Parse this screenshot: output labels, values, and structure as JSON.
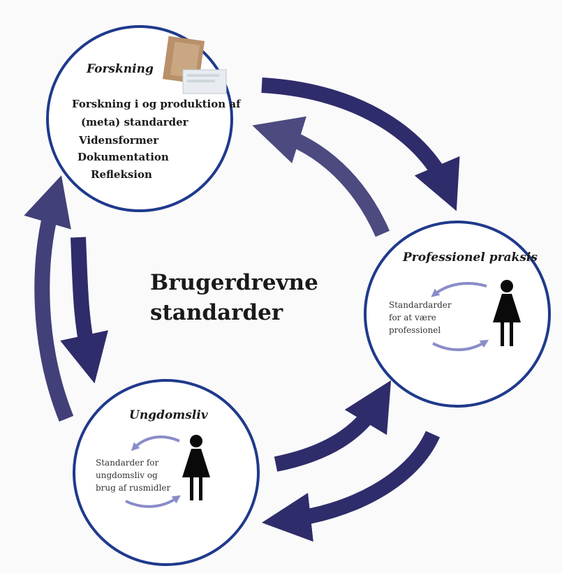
{
  "center": {
    "line1": "Brugerdrevne",
    "line2": "standarder"
  },
  "forskning": {
    "title": "Forskning",
    "lines": [
      "Forskning i og produktion af",
      "(meta) standarder",
      "Vidensformer",
      "Dokumentation",
      "Refleksion"
    ]
  },
  "professionel": {
    "title": "Professionel praksis",
    "lines": [
      "Standardarder",
      "for at være",
      "professionel"
    ]
  },
  "ungdomsliv": {
    "title": "Ungdomsliv",
    "lines": [
      "Standarder for",
      "ungdomsliv og",
      "brug af rusmidler"
    ]
  },
  "colors": {
    "arrow": "#2f2c6b",
    "ring": "#1f3a8c",
    "mini_arrow": "#8a8cc8",
    "figure": "#0a0a0a"
  }
}
